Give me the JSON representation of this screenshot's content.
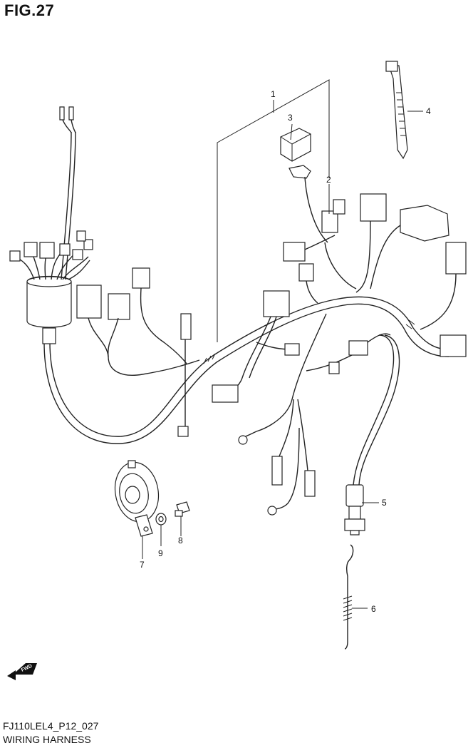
{
  "figure": {
    "title": "FIG.27",
    "code": "FJ110LEL4_P12_027",
    "name": "WIRING HARNESS",
    "direction_badge": "FWD"
  },
  "callouts": [
    {
      "id": "1",
      "label": "1"
    },
    {
      "id": "2",
      "label": "2"
    },
    {
      "id": "3",
      "label": "3"
    },
    {
      "id": "4",
      "label": "4"
    },
    {
      "id": "5",
      "label": "5"
    },
    {
      "id": "6",
      "label": "6"
    },
    {
      "id": "7",
      "label": "7"
    },
    {
      "id": "8",
      "label": "8"
    },
    {
      "id": "9",
      "label": "9"
    }
  ]
}
